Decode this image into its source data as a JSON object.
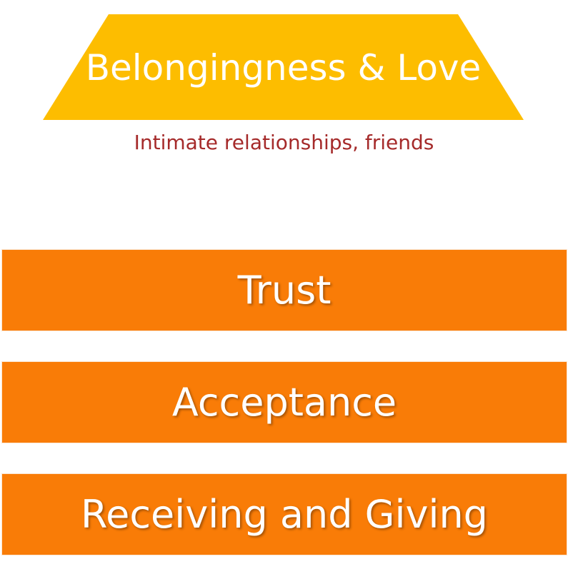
{
  "top_level": {
    "title": "Belongingness & Love",
    "subtitle": "Intimate relationships, friends",
    "color": "#fdbd00"
  },
  "subtitle_color": "#a52a2a",
  "bars": [
    {
      "label": "Trust"
    },
    {
      "label": "Acceptance"
    },
    {
      "label": "Receiving and Giving"
    }
  ],
  "bar_color": "#f97c07"
}
